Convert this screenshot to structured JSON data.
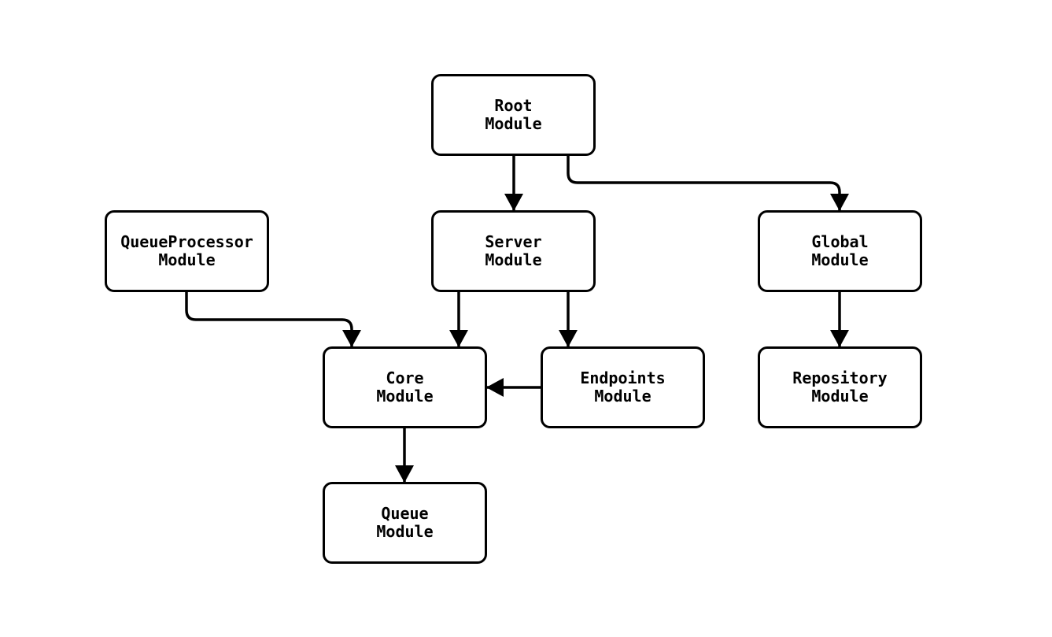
{
  "diagram": {
    "type": "flowchart",
    "background_color": "#ffffff",
    "stroke_color": "#000000",
    "nodes": [
      {
        "id": "root",
        "label": "Root\nModule"
      },
      {
        "id": "queueprocessor",
        "label": "QueueProcessor\nModule"
      },
      {
        "id": "server",
        "label": "Server\nModule"
      },
      {
        "id": "global",
        "label": "Global\nModule"
      },
      {
        "id": "core",
        "label": "Core\nModule"
      },
      {
        "id": "endpoints",
        "label": "Endpoints\nModule"
      },
      {
        "id": "repository",
        "label": "Repository\nModule"
      },
      {
        "id": "queue",
        "label": "Queue\nModule"
      }
    ],
    "edges": [
      {
        "from": "Root Module",
        "to": "Server Module"
      },
      {
        "from": "Root Module",
        "to": "Global Module"
      },
      {
        "from": "QueueProcessor Module",
        "to": "Core Module"
      },
      {
        "from": "Server Module",
        "to": "Core Module"
      },
      {
        "from": "Server Module",
        "to": "Endpoints Module"
      },
      {
        "from": "Endpoints Module",
        "to": "Core Module"
      },
      {
        "from": "Global Module",
        "to": "Repository Module"
      },
      {
        "from": "Core Module",
        "to": "Queue Module"
      }
    ]
  }
}
